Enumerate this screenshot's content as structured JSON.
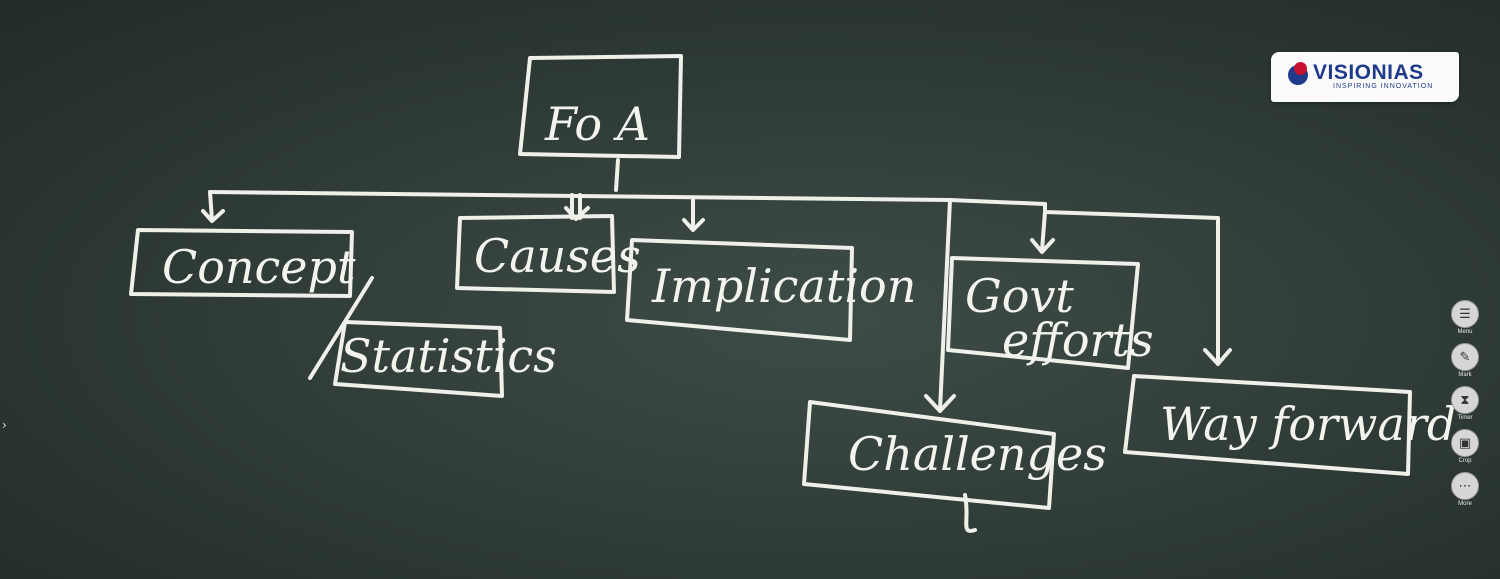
{
  "diagram": {
    "root": "Fo A",
    "nodes": {
      "concept": "Concept",
      "causes": "Causes",
      "implication": "Implication",
      "govt_line1": "Govt",
      "govt_line2": "efforts",
      "statistics": "Statistics",
      "challenges": "Challenges",
      "way_forward": "Way forward"
    }
  },
  "logo": {
    "name": "VISIONIAS",
    "tagline": "INSPIRING INNOVATION"
  },
  "toolbar": {
    "items": [
      {
        "label": "Menu",
        "icon": "menu-icon"
      },
      {
        "label": "Mark",
        "icon": "marker-icon"
      },
      {
        "label": "Timer",
        "icon": "hourglass-icon"
      },
      {
        "label": "Crop",
        "icon": "crop-icon"
      },
      {
        "label": "More",
        "icon": "more-icon"
      }
    ]
  },
  "colors": {
    "board": "#2e3a36",
    "chalk": "#f0f0ea",
    "logo_blue": "#1e3a8a",
    "logo_red": "#c8102e"
  }
}
